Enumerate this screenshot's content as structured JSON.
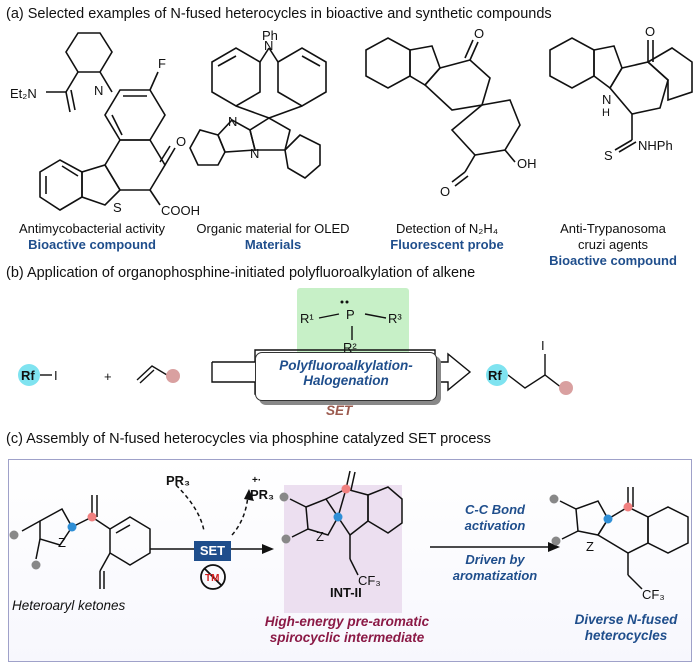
{
  "section_a": {
    "header": "(a) Selected examples of N-fused heterocycles in bioactive and synthetic compounds",
    "compounds": [
      {
        "line1": "Antimycobacterial activity",
        "line2": "",
        "category": "Bioactive compound"
      },
      {
        "line1": "Organic material for OLED",
        "line2": "",
        "category": "Materials"
      },
      {
        "line1": "Detection of N₂H₄",
        "line2": "",
        "category": "Fluorescent probe"
      },
      {
        "line1": "Anti-Trypanosoma",
        "line2": "cruzi agents",
        "category": "Bioactive compound"
      }
    ],
    "atom_labels": {
      "et2n": "Et₂N",
      "n": "N",
      "f": "F",
      "o": "O",
      "s": "S",
      "cooh": "COOH",
      "ph": "Ph",
      "oh": "OH",
      "nh": "H",
      "snhph": "NHPh",
      "s2": "S",
      "nh_n": "N"
    }
  },
  "section_b": {
    "header": "(b) Application of organophosphine-initiated polyfluoroalkylation of alkene",
    "rf": "Rf",
    "iodine": "I",
    "plus": "+",
    "phosphine": {
      "p": "P",
      "r1": "R¹",
      "r2": "R²",
      "r3": "R³"
    },
    "process_line1": "Polyfluoroalkylation-",
    "process_line2": "Halogenation",
    "set_label": "SET"
  },
  "section_c": {
    "header": "(c) Assembly of N-fused heterocycles via phosphine catalyzed SET process",
    "pr3": "PR₃",
    "pr3_radical": "PR₃",
    "radical_sign": "+·",
    "set_label": "SET",
    "tm_label": "TM",
    "int_label": "INT-II",
    "cf3": "CF₃",
    "z": "Z",
    "heteroaryl_label": "Heteroaryl ketones",
    "intermediate_line1": "High-energy pre-aromatic",
    "intermediate_line2": "spirocyclic intermediate",
    "arrow_line1": "C-C Bond",
    "arrow_line2": "activation",
    "arrow_line3": "Driven by",
    "arrow_line4": "aromatization",
    "product_line1": "Diverse N-fused",
    "product_line2": "heterocycles"
  },
  "colors": {
    "accent_blue": "#1f4e8c",
    "maroon": "#8b1a46",
    "cyan": "#7fe3f0",
    "pink": "#d9a0a0",
    "green": "#c7f0c7",
    "lavender": "#ecdff0",
    "red_dot": "#f08080",
    "blue_dot": "#2f8fd6"
  }
}
